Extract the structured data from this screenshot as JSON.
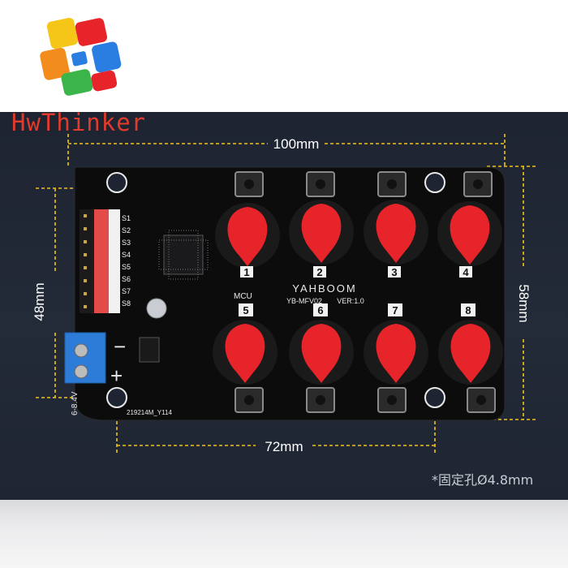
{
  "brand": {
    "name": "HwThinker"
  },
  "dimensions": {
    "width_top": "100mm",
    "height_left": "48mm",
    "height_right": "58mm",
    "hole_spacing": "72mm"
  },
  "note": "*固定孔Ø4.8mm",
  "board": {
    "maker_logo": "YAHBOOM",
    "model": "YB-MFV02",
    "version": "VER:1.0",
    "serial": "219214M_Y114",
    "mcu_label": "MCU",
    "voltage_label": "6-8.4V",
    "channel_labels": [
      "1",
      "2",
      "3",
      "4",
      "5",
      "6",
      "7",
      "8"
    ],
    "servo_labels": [
      "S1",
      "S2",
      "S3",
      "S4",
      "S5",
      "S6",
      "S7",
      "S8"
    ],
    "minus": "−",
    "plus": "+"
  },
  "colors": {
    "background": "#232a38",
    "board": "#0c0c0d",
    "knob": "#e8242b",
    "dimension_line": "#f0c419",
    "brand": "#e23a2c"
  }
}
